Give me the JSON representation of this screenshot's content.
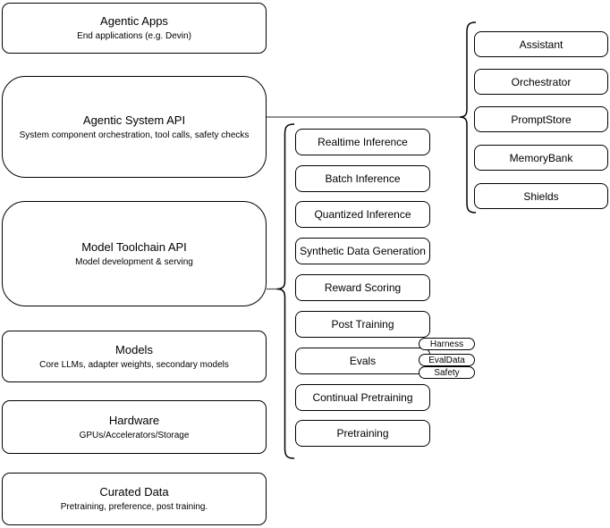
{
  "left_column": [
    {
      "title": "Agentic Apps",
      "subtitle": "End applications (e.g. Devin)"
    },
    {
      "title": "Agentic System API",
      "subtitle": "System component orchestration, tool calls, safety checks"
    },
    {
      "title": "Model Toolchain API",
      "subtitle": "Model development & serving"
    },
    {
      "title": "Models",
      "subtitle": "Core LLMs, adapter weights, secondary models"
    },
    {
      "title": "Hardware",
      "subtitle": "GPUs/Accelerators/Storage"
    },
    {
      "title": "Curated Data",
      "subtitle": "Pretraining, preference, post training."
    }
  ],
  "toolchain_items": [
    "Realtime Inference",
    "Batch Inference",
    "Quantized Inference",
    "Synthetic Data Generation",
    "Reward Scoring",
    "Post Training",
    "Evals",
    "Continual Pretraining",
    "Pretraining"
  ],
  "eval_badges": [
    "Harness",
    "EvalData",
    "Safety"
  ],
  "system_components": [
    "Assistant",
    "Orchestrator",
    "PromptStore",
    "MemoryBank",
    "Shields"
  ],
  "colors": {
    "stroke": "#000000",
    "background": "#ffffff",
    "connector": "#4d4d4d"
  }
}
